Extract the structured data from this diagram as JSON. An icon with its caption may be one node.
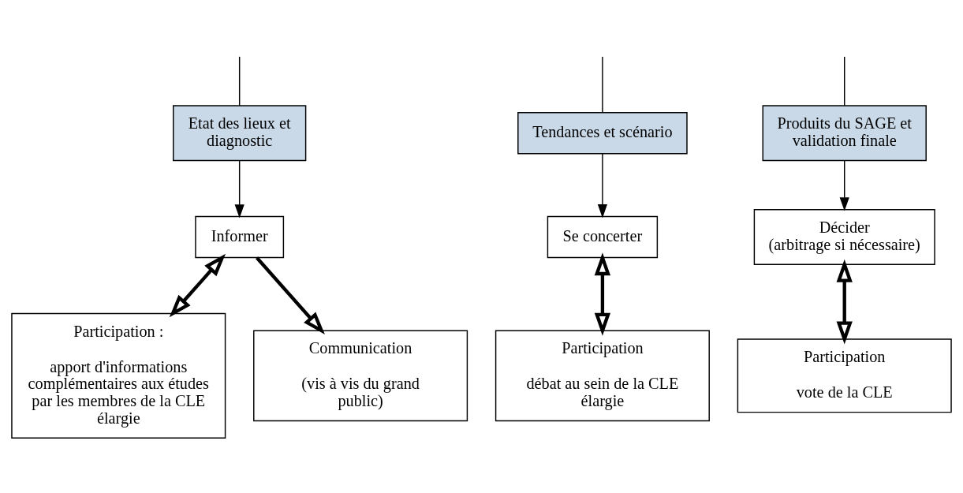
{
  "diagram": {
    "nodes": [
      {
        "text": [
          "Etat des lieux et diagnostic"
        ]
      },
      {
        "text": [
          "Tendances et scénario"
        ]
      },
      {
        "text": [
          "Produits du SAGE et validation finale"
        ]
      },
      {
        "text": [
          "Informer"
        ]
      },
      {
        "text": [
          "Se concerter"
        ]
      },
      {
        "text": [
          "Décider",
          "(arbitrage si nécessaire)"
        ]
      },
      {
        "text": [
          "Participation :",
          "apport d'informations complémentaires aux études par les membres de la CLE élargie"
        ]
      },
      {
        "text": [
          "Communication",
          "(vis à vis du grand public)"
        ]
      },
      {
        "text": [
          "Participation",
          "débat au sein de la CLE élargie"
        ]
      },
      {
        "text": [
          "Participation",
          "vote de la CLE"
        ]
      }
    ],
    "edges": [
      {
        "from": null,
        "to": 0,
        "arrow": "none"
      },
      {
        "from": null,
        "to": 1,
        "arrow": "none"
      },
      {
        "from": null,
        "to": 2,
        "arrow": "none"
      },
      {
        "from": 0,
        "to": 3,
        "arrow": "to"
      },
      {
        "from": 1,
        "to": 4,
        "arrow": "to"
      },
      {
        "from": 2,
        "to": 5,
        "arrow": "to"
      },
      {
        "from": 3,
        "to": 6,
        "arrow": "both",
        "style": "thick"
      },
      {
        "from": 3,
        "to": 7,
        "arrow": "to",
        "style": "thick"
      },
      {
        "from": 4,
        "to": 8,
        "arrow": "both",
        "style": "thick"
      },
      {
        "from": 5,
        "to": 9,
        "arrow": "both",
        "style": "thick"
      }
    ]
  }
}
